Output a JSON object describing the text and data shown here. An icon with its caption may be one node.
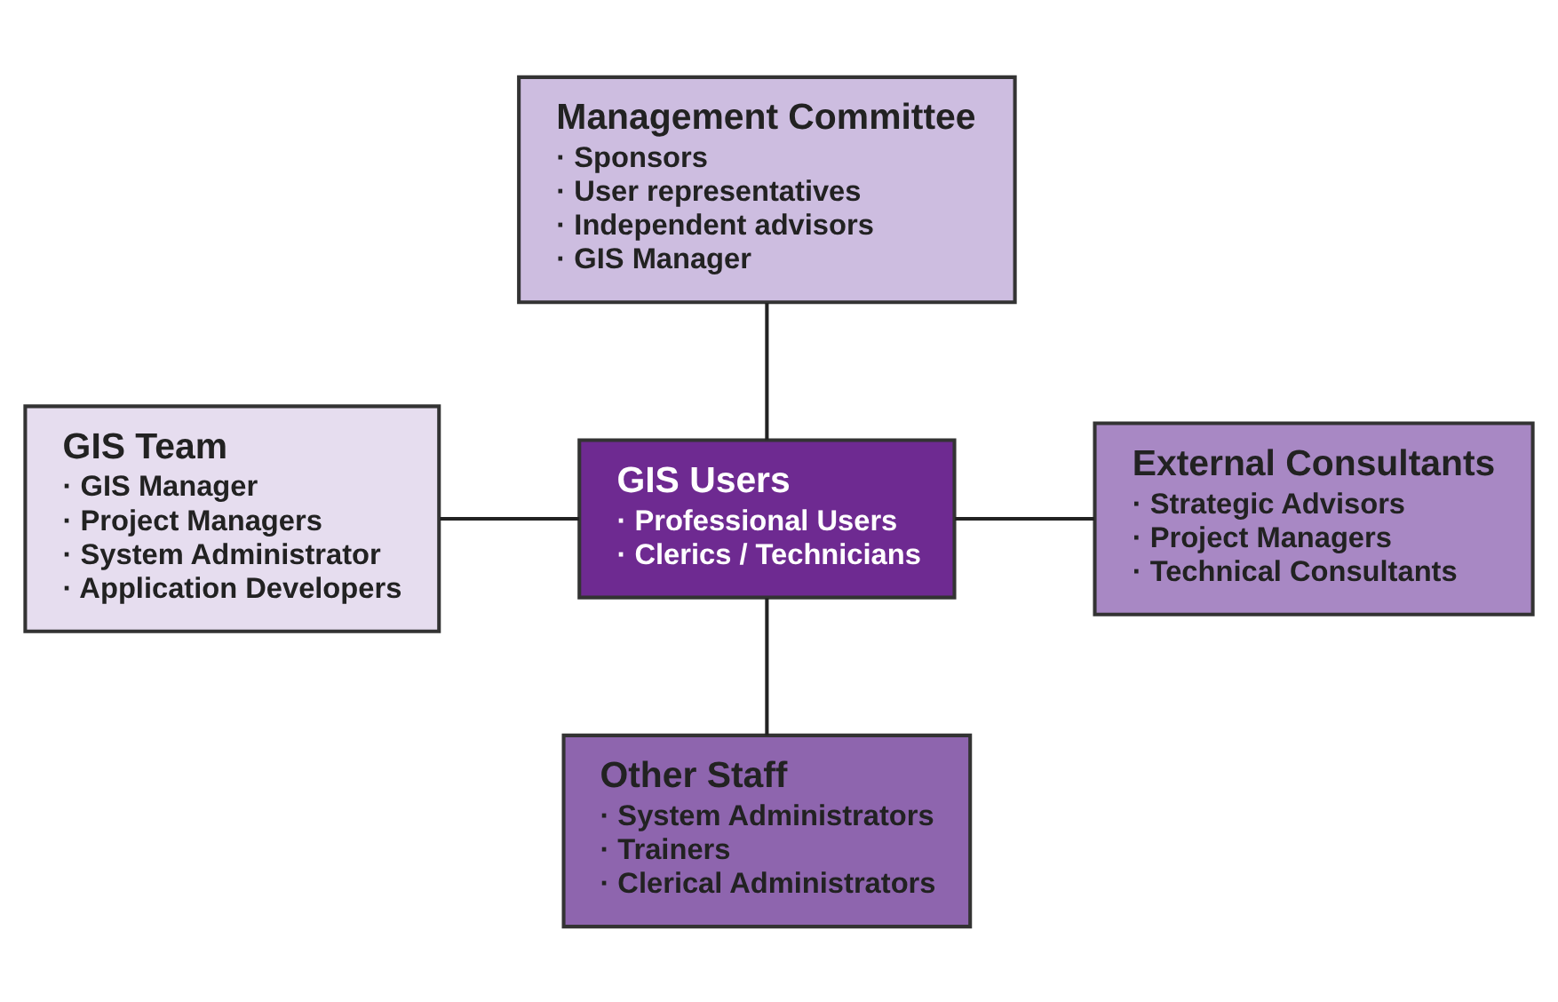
{
  "diagram": {
    "nodes": [
      {
        "text": [
          "Management Committee",
          "· Sponsors",
          "· User representatives",
          "· Independent advisors",
          "· GIS Manager"
        ]
      },
      {
        "text": [
          "GIS Team",
          "· GIS Manager",
          "· Project Managers",
          "· System Administrator",
          "· Application Developers"
        ]
      },
      {
        "text": [
          "GIS Users",
          "· Professional Users",
          "· Clerics / Technicians"
        ]
      },
      {
        "text": [
          "External Consultants",
          "· Strategic Advisors",
          "· Project Managers",
          "· Technical Consultants"
        ]
      },
      {
        "text": [
          "Other Staff",
          "· System Administrators",
          "· Trainers",
          "· Clerical Administrators"
        ]
      }
    ],
    "edges": [
      {
        "from": 0,
        "to": 2,
        "arrow": "none"
      },
      {
        "from": 1,
        "to": 2,
        "arrow": "none"
      },
      {
        "from": 2,
        "to": 3,
        "arrow": "none"
      },
      {
        "from": 2,
        "to": 4,
        "arrow": "none"
      }
    ]
  }
}
